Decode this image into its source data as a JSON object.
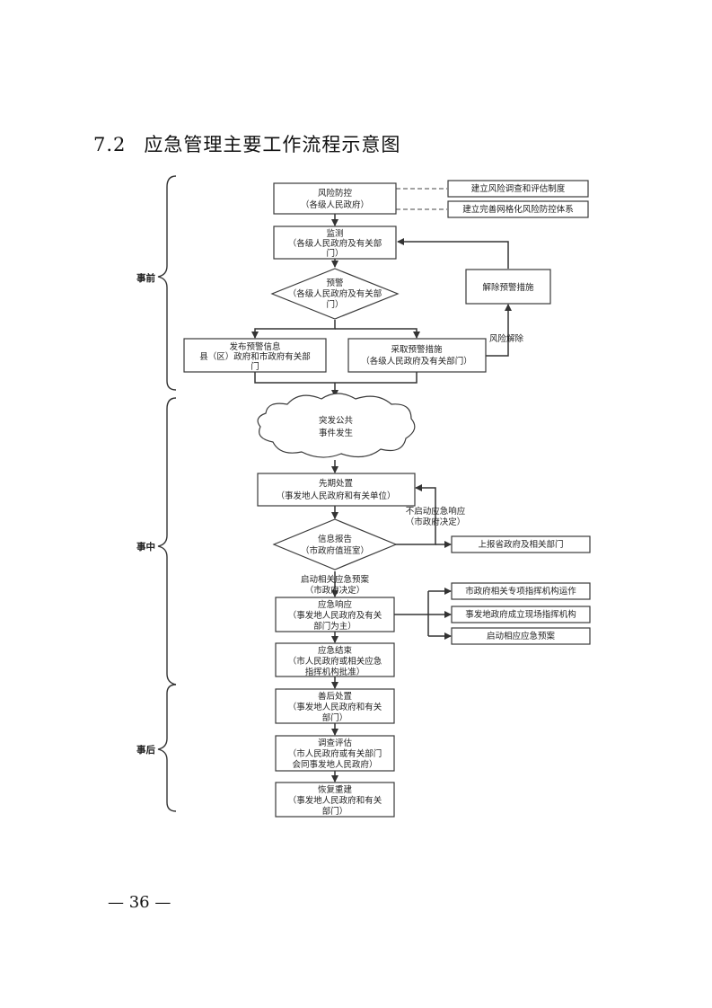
{
  "heading": {
    "number": "7.2",
    "title": "应急管理主要工作流程示意图"
  },
  "phases": {
    "before": "事前",
    "during": "事中",
    "after": "事后"
  },
  "nodes": {
    "risk_control": {
      "line1": "风险防控",
      "line2": "（各级人民政府）"
    },
    "risk_investigation": {
      "label": "建立风险调查和评估制度"
    },
    "grid_system": {
      "label": "建立完善网格化风险防控体系"
    },
    "monitoring": {
      "line1": "监测",
      "line2": "（各级人民政府及有关部",
      "line3": "门）"
    },
    "warning": {
      "line1": "预警",
      "line2": "（各级人民政府及有关部",
      "line3": "门）"
    },
    "lift_warning": {
      "label": "解除预警措施"
    },
    "publish_warning": {
      "line1": "发布预警信息",
      "line2": "县（区）政府和市政府有关部",
      "line3": "门"
    },
    "take_measures": {
      "line1": "采取预警措施",
      "line2": "（各级人民政府及有关部门）"
    },
    "risk_cleared": {
      "label": "风险解除"
    },
    "emergency_event": {
      "line1": "突发公共",
      "line2": "事件发生"
    },
    "initial_handling": {
      "line1": "先期处置",
      "line2": "（事发地人民政府和有关单位）"
    },
    "no_response": {
      "line1": "不启动应急响应",
      "line2": "（市政府决定）"
    },
    "info_report": {
      "line1": "信息报告",
      "line2": "（市政府值班室）"
    },
    "report_province": {
      "label": "上报省政府及相关部门"
    },
    "start_plan": {
      "line1": "启动相关应急预案",
      "line2": "（市政府决定）"
    },
    "response": {
      "line1": "应急响应",
      "line2": "（事发地人民政府及有关",
      "line3": "部门为主）"
    },
    "command_agency": {
      "label": "市政府相关专项指挥机构运作"
    },
    "onsite_command": {
      "label": "事发地政府成立现场指挥机构"
    },
    "activate_plan": {
      "label": "启动相应应急预案"
    },
    "end_response": {
      "line1": "应急结束",
      "line2": "（市人民政府或相关应急",
      "line3": "指挥机构批准）"
    },
    "aftermath": {
      "line1": "善后处置",
      "line2": "（事发地人民政府和有关",
      "line3": "部门）"
    },
    "investigation": {
      "line1": "调查评估",
      "line2": "（市人民政府或有关部门",
      "line3": "会同事发地人民政府）"
    },
    "rebuild": {
      "line1": "恢复重建",
      "line2": "（事发地人民政府和有关",
      "line3": "部门）"
    }
  },
  "footer": {
    "page_number": "— 36 —"
  }
}
